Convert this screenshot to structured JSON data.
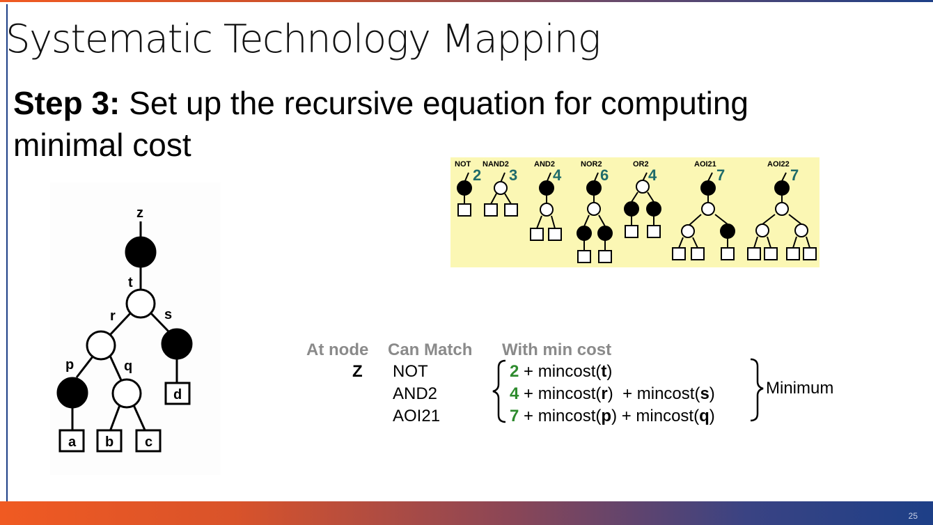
{
  "slide": {
    "title": "Systematic Technology Mapping",
    "step_label": "Step 3:",
    "step_text": " Set up the recursive equation for computing minimal cost",
    "number": "25"
  },
  "subject_tree": {
    "nodes": {
      "z": "z",
      "t": "t",
      "r": "r",
      "s": "s",
      "p": "p",
      "q": "q"
    },
    "leaves": [
      "a",
      "b",
      "c",
      "d"
    ]
  },
  "pattern_library": {
    "patterns": [
      {
        "name": "NOT",
        "cost": "2"
      },
      {
        "name": "NAND2",
        "cost": "3"
      },
      {
        "name": "AND2",
        "cost": "4"
      },
      {
        "name": "NOR2",
        "cost": "6"
      },
      {
        "name": "OR2",
        "cost": "4"
      },
      {
        "name": "AOI21",
        "cost": "7"
      },
      {
        "name": "AOI22",
        "cost": "7"
      }
    ],
    "colors": {
      "background": "#fbf7b4",
      "cost": "#1f6b6a"
    }
  },
  "recursion_table": {
    "headers": [
      "At node",
      "Can Match",
      "With min cost"
    ],
    "node": "Z",
    "rows": [
      {
        "match": "NOT",
        "cost": "2",
        "terms": [
          {
            "pre": " + mincost(",
            "arg": "t",
            "post": ")"
          }
        ]
      },
      {
        "match": "AND2",
        "cost": "4",
        "terms": [
          {
            "pre": " + mincost(",
            "arg": "r",
            "post": ")"
          },
          {
            "pre": "  + mincost(",
            "arg": "s",
            "post": ")"
          }
        ]
      },
      {
        "match": "AOI21",
        "cost": "7",
        "terms": [
          {
            "pre": " + mincost(",
            "arg": "p",
            "post": ")"
          },
          {
            "pre": " + mincost(",
            "arg": "q",
            "post": ")"
          }
        ]
      }
    ],
    "result_label": "Minimum",
    "colors": {
      "header": "#8a8a8a",
      "cost": "#2e8b2e"
    }
  }
}
